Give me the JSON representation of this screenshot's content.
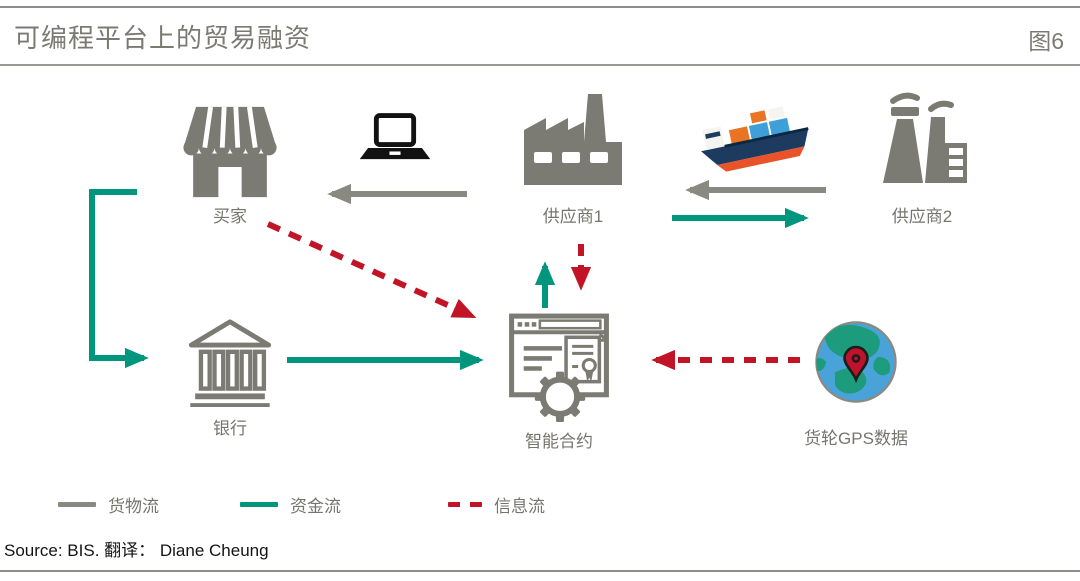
{
  "header": {
    "title": "可编程平台上的贸易融资",
    "figure_label": "图6"
  },
  "nodes": {
    "buyer": {
      "label": "买家",
      "icon": "storefront-icon"
    },
    "buyer_terminal": {
      "icon": "laptop-icon"
    },
    "supplier1": {
      "label": "供应商1",
      "icon": "factory-icon"
    },
    "cargo_ship": {
      "icon": "cargo-ship-icon"
    },
    "supplier2": {
      "label": "供应商2",
      "icon": "power-plant-icon"
    },
    "bank": {
      "label": "银行",
      "icon": "bank-icon"
    },
    "smart_contract": {
      "label": "智能合约",
      "icon": "smart-contract-window-icon"
    },
    "gps": {
      "label": "货轮GPS数据",
      "icon": "globe-pin-icon"
    }
  },
  "flows": [
    {
      "from": "supplier1",
      "to": "buyer",
      "type": "货物流"
    },
    {
      "from": "supplier2",
      "to": "supplier1",
      "type": "货物流"
    },
    {
      "from": "supplier1",
      "to": "supplier2",
      "type": "资金流"
    },
    {
      "from": "buyer",
      "to": "bank",
      "type": "资金流"
    },
    {
      "from": "bank",
      "to": "smart_contract",
      "type": "资金流"
    },
    {
      "from": "smart_contract",
      "to": "supplier1",
      "type": "资金流"
    },
    {
      "from": "supplier1",
      "to": "smart_contract",
      "type": "信息流"
    },
    {
      "from": "buyer",
      "to": "smart_contract",
      "type": "信息流"
    },
    {
      "from": "gps",
      "to": "smart_contract",
      "type": "信息流"
    }
  ],
  "legend": {
    "items": [
      {
        "label": "货物流",
        "style": "solid",
        "color": "#898981"
      },
      {
        "label": "资金流",
        "style": "solid",
        "color": "#00967d"
      },
      {
        "label": "信息流",
        "style": "dashed",
        "color": "#c11527"
      }
    ]
  },
  "footer": {
    "source": "Source: BIS.  翻译： Diane Cheung"
  },
  "colors": {
    "goods_flow_gray": "#898981",
    "funds_flow_teal": "#00967d",
    "info_flow_red": "#c11527",
    "icon_gray": "#7c7b73",
    "title_gray": "#7b7a72"
  }
}
